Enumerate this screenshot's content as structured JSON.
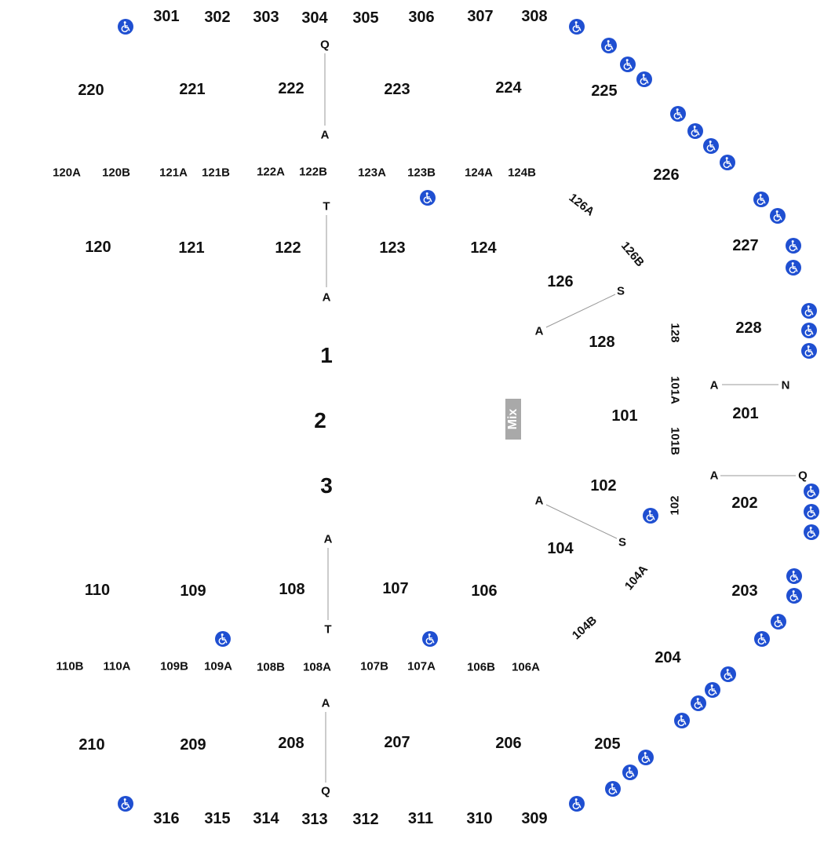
{
  "colors": {
    "accessible": "#1f4fd1",
    "text": "#111111",
    "mix_bg": "#a9a9a9",
    "line": "#9a9a9a"
  },
  "icons": {
    "accessible_seating": "wheelchair-icon"
  },
  "mix_label": "Mix",
  "stages": [
    "1",
    "2",
    "3"
  ],
  "sections": {
    "upper_top": [
      "301",
      "302",
      "303",
      "304",
      "305",
      "306",
      "307",
      "308"
    ],
    "upper_bottom": [
      "316",
      "315",
      "314",
      "313",
      "312",
      "311",
      "310",
      "309"
    ],
    "balcony_top": [
      "220",
      "221",
      "222",
      "223",
      "224",
      "225",
      "226",
      "227",
      "228"
    ],
    "balcony_right": [
      "201",
      "202",
      "203",
      "204"
    ],
    "balcony_bottom": [
      "210",
      "209",
      "208",
      "207",
      "206",
      "205"
    ],
    "floor_top_sub": [
      "120A",
      "120B",
      "121A",
      "121B",
      "122A",
      "122B",
      "123A",
      "123B",
      "124A",
      "124B",
      "126A",
      "126B"
    ],
    "floor_top": [
      "120",
      "121",
      "122",
      "123",
      "124",
      "126",
      "128"
    ],
    "floor_right": [
      "101",
      "102",
      "104"
    ],
    "floor_right_sub": [
      "128",
      "101A",
      "101B",
      "102",
      "104A",
      "104B"
    ],
    "floor_bottom": [
      "110",
      "109",
      "108",
      "107",
      "106"
    ],
    "floor_bottom_sub": [
      "110B",
      "110A",
      "109B",
      "109A",
      "108B",
      "108A",
      "107B",
      "107A",
      "106B",
      "106A"
    ]
  },
  "row_markers": {
    "r1_top": "Q",
    "r1_bottom": "A",
    "r2_top": "T",
    "r2_bottom": "A",
    "r3_end": "S",
    "r3_start": "A",
    "r4_start": "A",
    "r4_end": "N",
    "r5_start": "A",
    "r5_end": "Q",
    "r6_start": "A",
    "r6_end": "S",
    "r7_top": "A",
    "r7_bottom": "T",
    "r8_top": "A",
    "r8_bottom": "Q"
  }
}
